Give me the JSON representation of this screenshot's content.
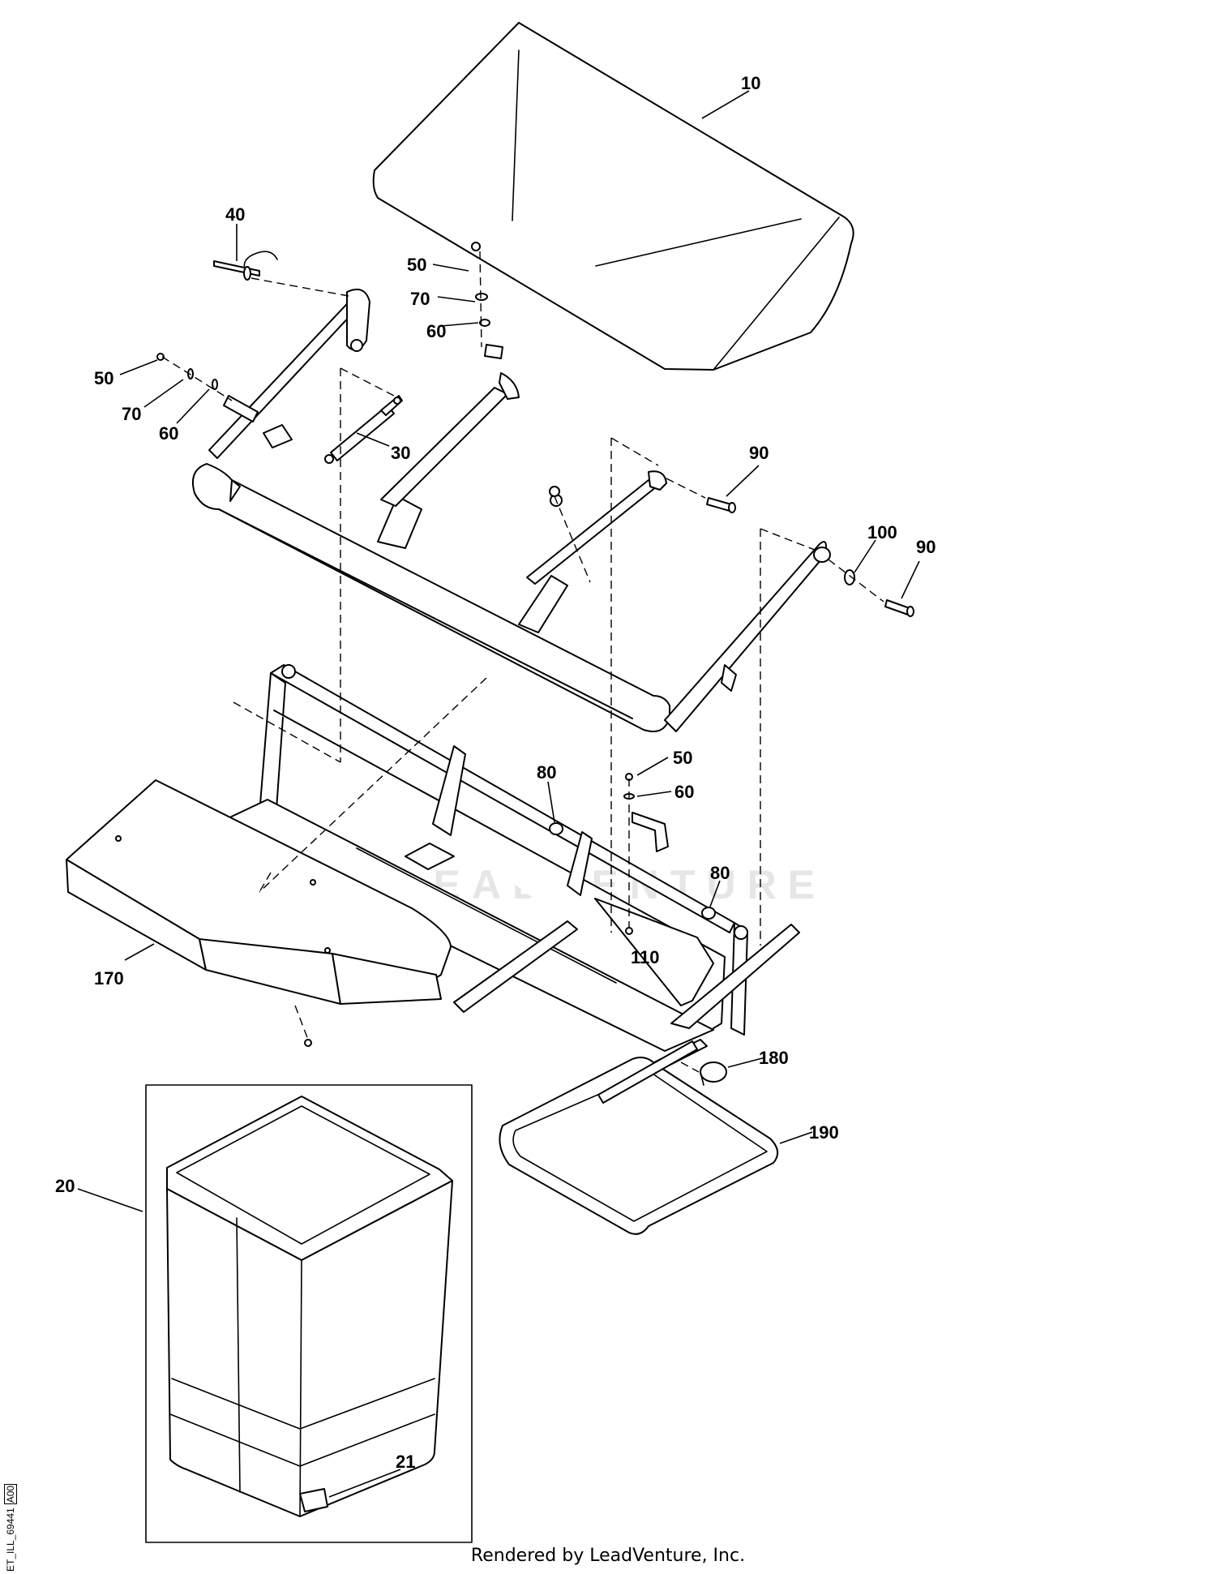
{
  "watermark": "LEADVENTURE",
  "footer": {
    "rendered_by": "Rendered by LeadVenture, Inc."
  },
  "drawing": {
    "id": "ET_ILL_69441",
    "revision": "A00"
  },
  "callouts": {
    "c10": "10",
    "c40": "40",
    "c50a": "50",
    "c70a": "70",
    "c60a": "60",
    "c50b": "50",
    "c70b": "70",
    "c60b": "60",
    "c30": "30",
    "c90a": "90",
    "c100": "100",
    "c90b": "90",
    "c50c": "50",
    "c60c": "60",
    "c80a": "80",
    "c80b": "80",
    "c110": "110",
    "c170": "170",
    "c180": "180",
    "c190": "190",
    "c20": "20",
    "c21": "21"
  }
}
